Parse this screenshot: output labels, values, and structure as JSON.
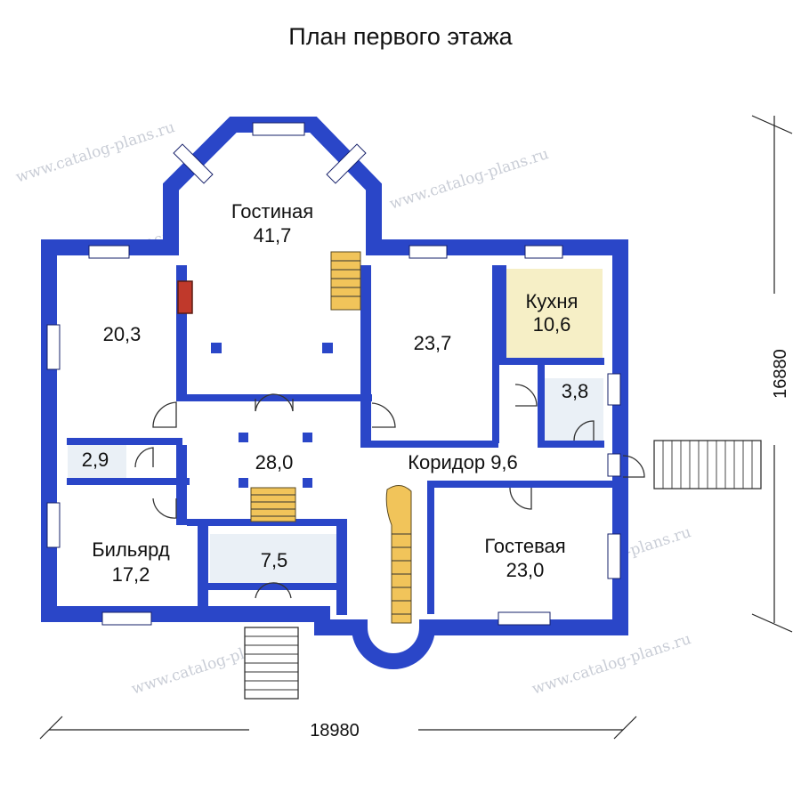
{
  "title": "План первого этажа",
  "rooms": {
    "living_name": "Гостиная",
    "living_area": "41,7",
    "room_left_area": "20,3",
    "room_center_right_area": "23,7",
    "kitchen_name": "Кухня",
    "kitchen_area": "10,6",
    "bath_small_area": "3,8",
    "wc_area": "2,9",
    "hall_area": "28,0",
    "corridor_label": "Коридор 9,6",
    "billiard_name": "Бильярд",
    "billiard_area": "17,2",
    "vestibule_area": "7,5",
    "guest_name": "Гостевая",
    "guest_area": "23,0"
  },
  "dimensions": {
    "width": "18980",
    "height": "16880"
  },
  "watermark": "www.catalog-plans.ru",
  "colors": {
    "wall": "#2a46c8",
    "wall_outline": "#16206a",
    "kitchen_fill": "#f6efc6",
    "stair_fill": "#f1c45a",
    "tile_fill": "#eaf0f6"
  }
}
